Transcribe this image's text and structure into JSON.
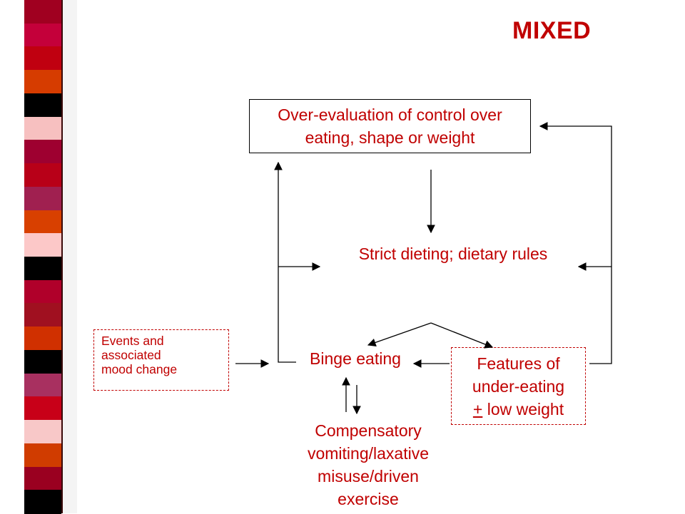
{
  "title": "MIXED",
  "nodes": {
    "overevaluation": {
      "line1": "Over-evaluation of control over",
      "line2": "eating, shape or weight"
    },
    "strict_dieting": "Strict dieting; dietary rules",
    "binge_eating": "Binge eating",
    "features": {
      "line1": "Features of",
      "line2": "under-eating",
      "line3_symbol": "+",
      "line3_text": " low weight"
    },
    "events": {
      "line1": "Events and",
      "line2": "associated",
      "line3": "mood change"
    },
    "compensatory": {
      "line1": "Compensatory",
      "line2": "vomiting/laxative",
      "line3": "misuse/driven",
      "line4": "exercise"
    }
  },
  "colors": {
    "text": "#c00000",
    "stripes": [
      "#a00020",
      "#c4003a",
      "#c00010",
      "#d63c00",
      "#000000",
      "#f7c0c0",
      "#9e0030",
      "#b80018",
      "#a02050",
      "#d84000",
      "#fcc8c8",
      "#000000",
      "#b0002a",
      "#a01020",
      "#d03000",
      "#000000",
      "#a83060",
      "#c80018",
      "#f8c8c8",
      "#d03c00",
      "#9a0020",
      "#000000"
    ]
  }
}
